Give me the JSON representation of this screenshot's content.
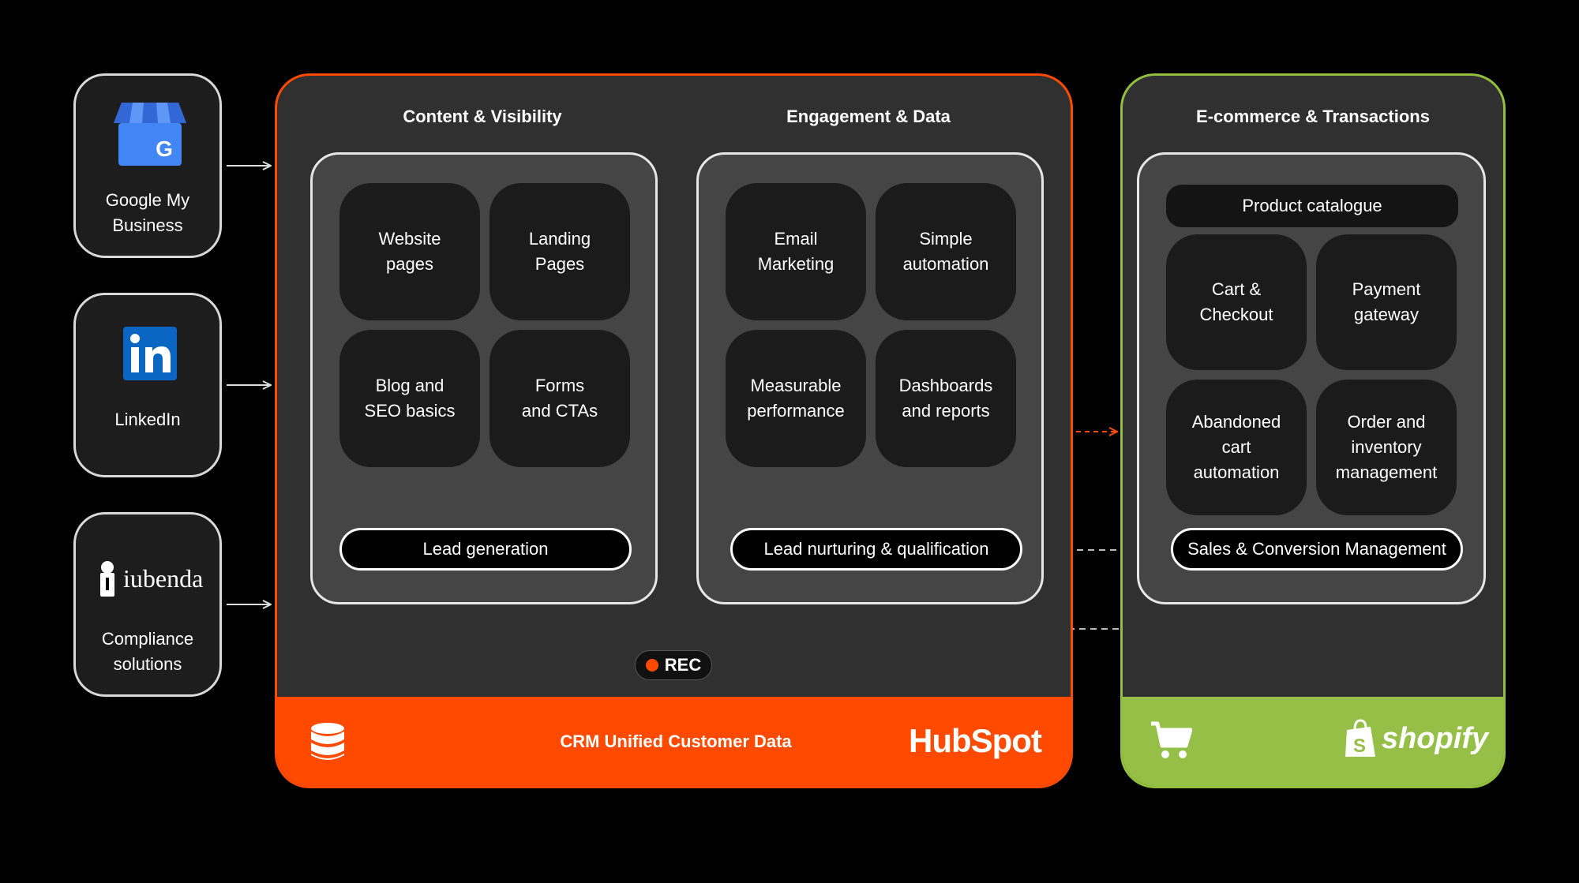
{
  "sources": [
    {
      "label": "Google My\nBusiness",
      "icon": "google-my-business-icon"
    },
    {
      "label": "LinkedIn",
      "icon": "linkedin-icon"
    },
    {
      "label": "Compliance\nsolutions",
      "icon": "iubenda-logo",
      "logo_text": "iubenda"
    }
  ],
  "hubspot": {
    "content": {
      "title": "Content & Visibility",
      "tiles": [
        "Website\npages",
        "Landing\nPages",
        "Blog and\nSEO basics",
        "Forms\nand CTAs"
      ],
      "pill": "Lead generation"
    },
    "engagement": {
      "title": "Engagement & Data",
      "tiles": [
        "Email\nMarketing",
        "Simple\nautomation",
        "Measurable\nperformance",
        "Dashboards\nand reports"
      ],
      "pill": "Lead nurturing & qualification"
    },
    "rec_label": "REC",
    "footer_label": "CRM Unified Customer Data",
    "brand_logo": "HubSpot"
  },
  "shopify": {
    "title": "E-commerce & Transactions",
    "catalogue": "Product catalogue",
    "tiles": [
      "Cart &\nCheckout",
      "Payment\ngateway",
      "Abandoned\ncart\nautomation",
      "Order and\ninventory\nmanagement"
    ],
    "pill": "Sales & Conversion Management",
    "brand_logo": "shopify"
  },
  "colors": {
    "hubspot_orange": "#ff4a00",
    "shopify_green": "#95bf47",
    "background": "#000000",
    "panel": "#303030"
  }
}
